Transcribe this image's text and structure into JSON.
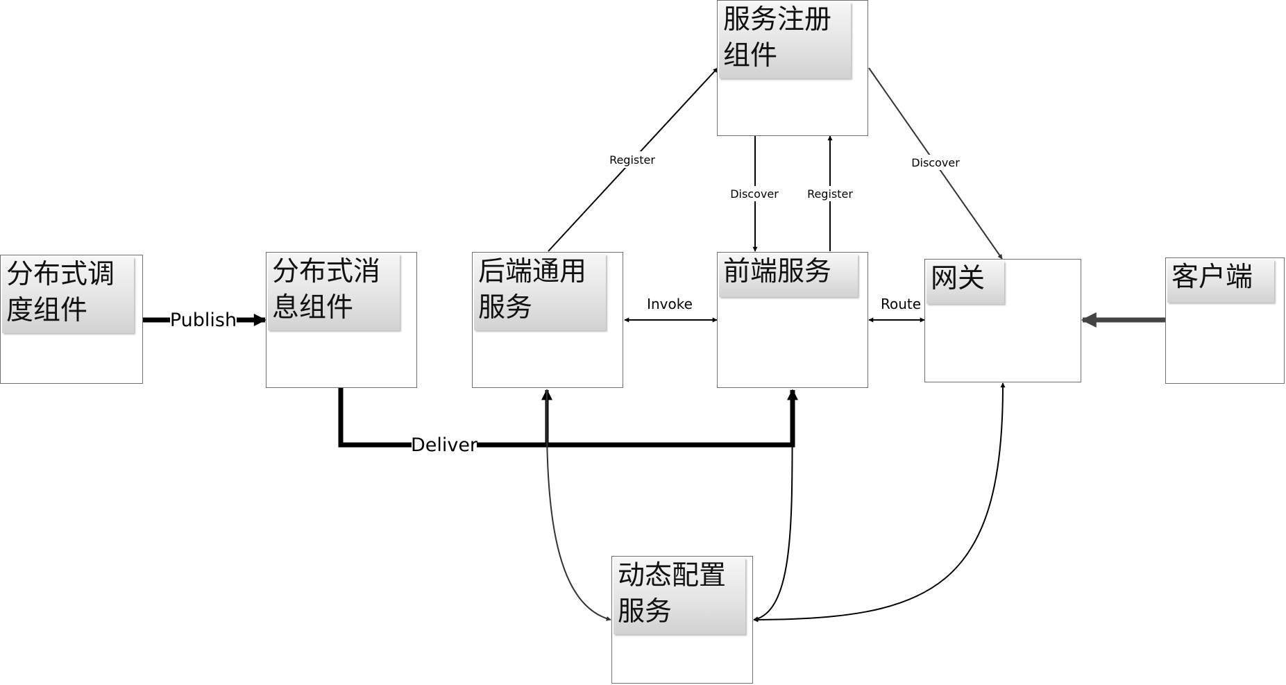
{
  "nodes": {
    "scheduler": "分布式调度组件",
    "messaging": "分布式消息组件",
    "backend": "后端通用服务",
    "registry": "服务注册组件",
    "frontend": "前端服务",
    "gateway": "网关",
    "client": "客户端",
    "config": "动态配置服务"
  },
  "edges": {
    "publish": "Publish",
    "deliver": "Deliver",
    "invoke": "Invoke",
    "route": "Route",
    "register_backend": "Register",
    "discover_frontend": "Discover",
    "register_frontend": "Register",
    "discover_gateway": "Discover"
  }
}
